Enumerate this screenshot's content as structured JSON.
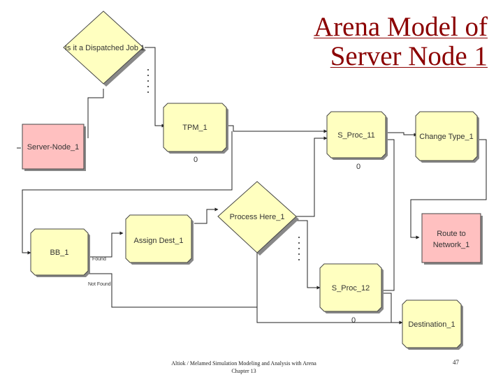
{
  "title": {
    "line1": "Arena Model of",
    "line2": "Server Node 1"
  },
  "modules": {
    "decide_dispatched": "Is it a Dispatched Job 1",
    "server_node": "Server-Node_1",
    "tpm": "TPM_1",
    "s_proc_11": "S_Proc_11",
    "change_type": "Change Type_1",
    "bb": "BB_1",
    "assign_dest": "Assign Dest_1",
    "process_here": "Process Here_1",
    "route_to_network": "Route to Network_1",
    "s_proc_12": "S_Proc_12",
    "destination": "Destination_1"
  },
  "counters": {
    "tpm": "0",
    "s_proc_11": "0",
    "s_proc_12": "0"
  },
  "branch_labels": {
    "found": "Found",
    "not_found": "Not Found"
  },
  "colors": {
    "module_fill": "#ffffc0",
    "server_fill": "#ffc0c0",
    "route_fill": "#ffc0c0",
    "title": "#8b0000"
  },
  "footer": {
    "line1": "Altiok / Melamed   Simulation Modeling and Analysis with Arena",
    "line2": "Chapter 13"
  },
  "page_number": "47"
}
